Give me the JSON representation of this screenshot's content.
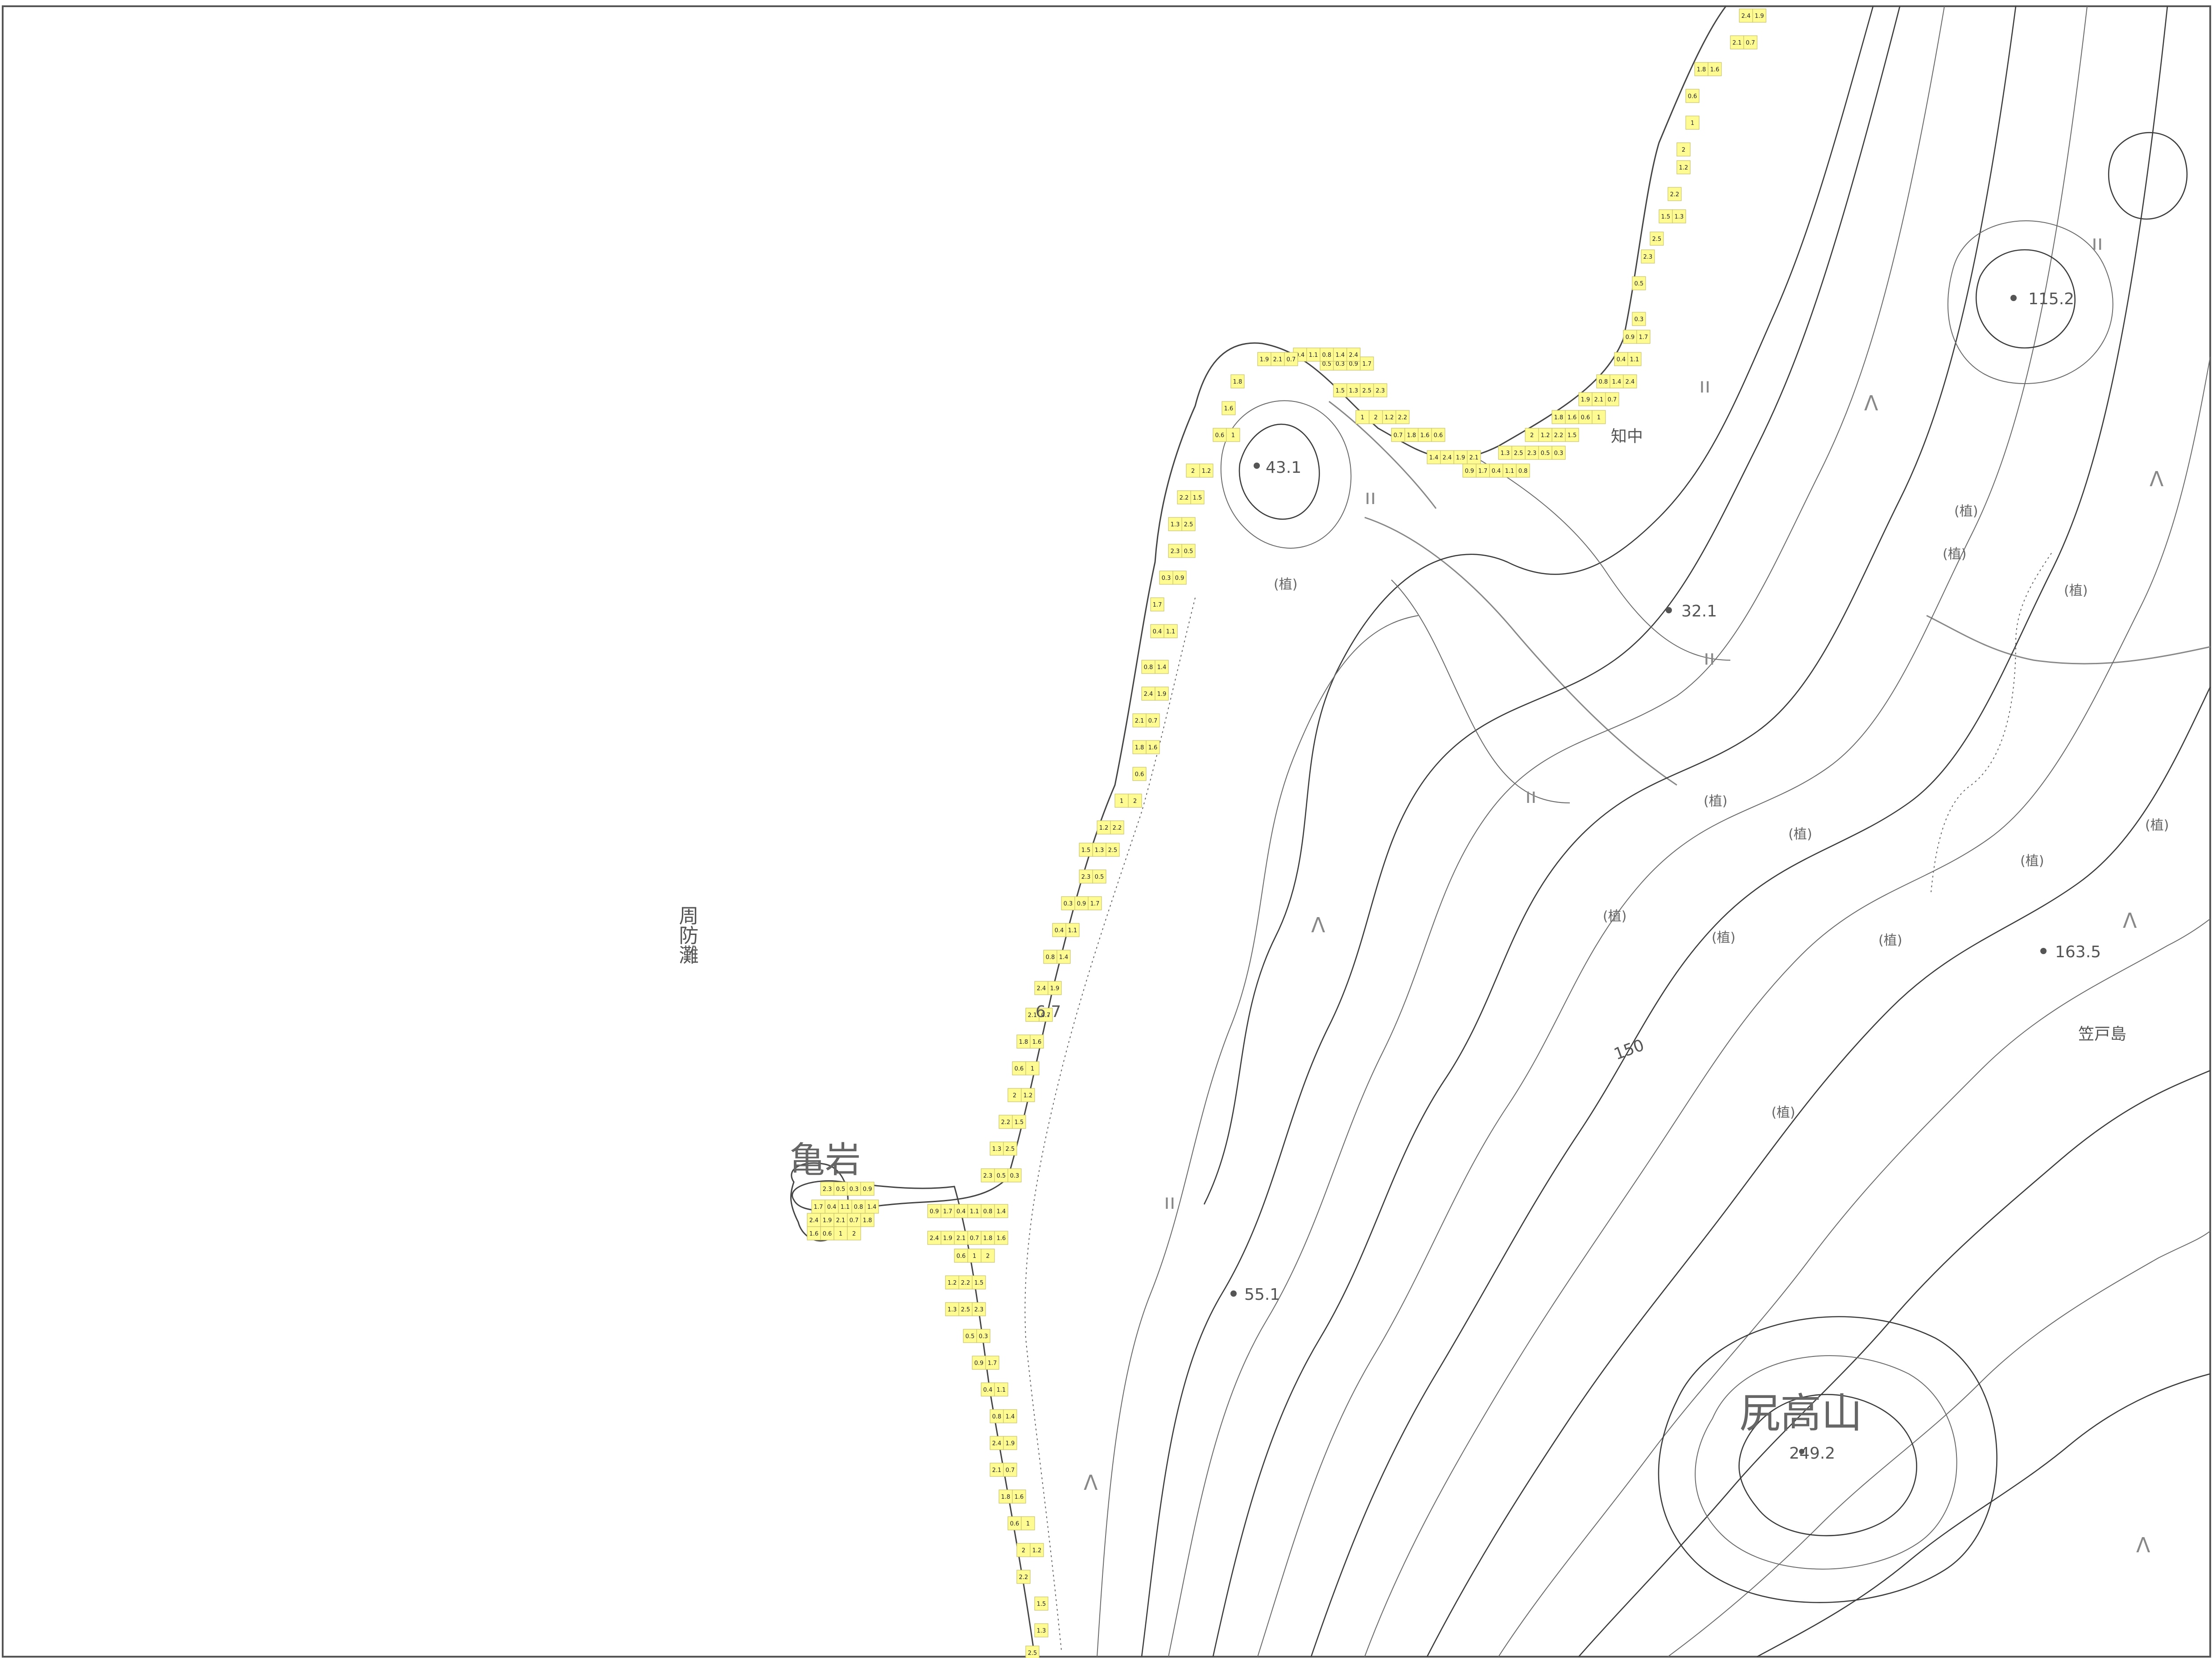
{
  "labels": {
    "sea": "周防灘",
    "chinaka": "知中",
    "kasado": "笠戸島",
    "rock": "亀岩",
    "mountain": "尻高山",
    "elev_115": "115.2",
    "elev_43": "43.1",
    "elev_32": "32.1",
    "elev_163": "163.5",
    "elev_6": "6.7",
    "elev_55": "55.1",
    "elev_249": "249.2",
    "contour_150": "150",
    "veg": "(植)"
  },
  "depth_values": [
    "2.4",
    "2.2",
    "1.1",
    "1",
    "0.9",
    "1.8",
    "2.3",
    "1.9",
    "1.5",
    "0.8",
    "2",
    "1.7",
    "1.6",
    "0.5",
    "2.1",
    "1.3",
    "1.4",
    "1.2",
    "0.4",
    "0.6",
    "0.3",
    "0.7",
    "2.5"
  ],
  "colors": {
    "cell": "#fffb93",
    "contour": "#3c3c3c",
    "label": "#555555"
  }
}
